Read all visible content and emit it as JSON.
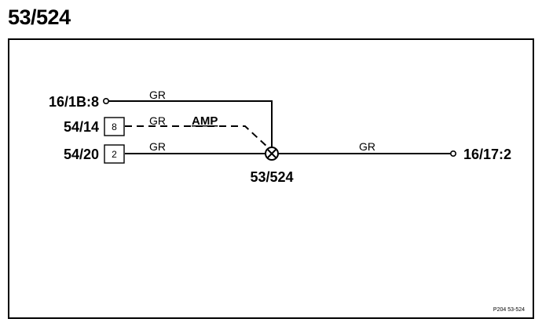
{
  "title": "53/524",
  "splice": {
    "label": "53/524"
  },
  "connectors": {
    "left_top": {
      "label": "16/1B:8"
    },
    "left_mid": {
      "label": "54/14",
      "pin": "8"
    },
    "left_bot": {
      "label": "54/20",
      "pin": "2"
    },
    "right": {
      "label": "16/17:2"
    }
  },
  "wires": {
    "top": {
      "color": "GR"
    },
    "mid": {
      "color": "GR",
      "note": "AMP"
    },
    "bot": {
      "color": "GR"
    },
    "right": {
      "color": "GR"
    }
  },
  "reference": "P204 53-524"
}
